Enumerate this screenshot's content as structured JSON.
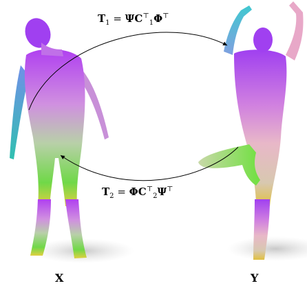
{
  "equations": {
    "top": {
      "lhs": "T",
      "lhs_sub": "1",
      "rhs_a": "Ψ",
      "rhs_b": "C",
      "rhs_b_sup": "⊤",
      "rhs_b_sub": "1",
      "rhs_c": "Φ",
      "rhs_c_sup": "⊤"
    },
    "bottom": {
      "lhs": "T",
      "lhs_sub": "2",
      "rhs_a": "Φ",
      "rhs_b": "C",
      "rhs_b_sup": "⊤",
      "rhs_b_sub": "2",
      "rhs_c": "Ψ",
      "rhs_c_sup": "⊤"
    }
  },
  "labels": {
    "left": "X",
    "right": "Y"
  },
  "colors": {
    "magenta": "#c040e8",
    "pink": "#e8a0c8",
    "cyan": "#40c0c8",
    "green": "#70d848",
    "yellow": "#e0d040"
  }
}
